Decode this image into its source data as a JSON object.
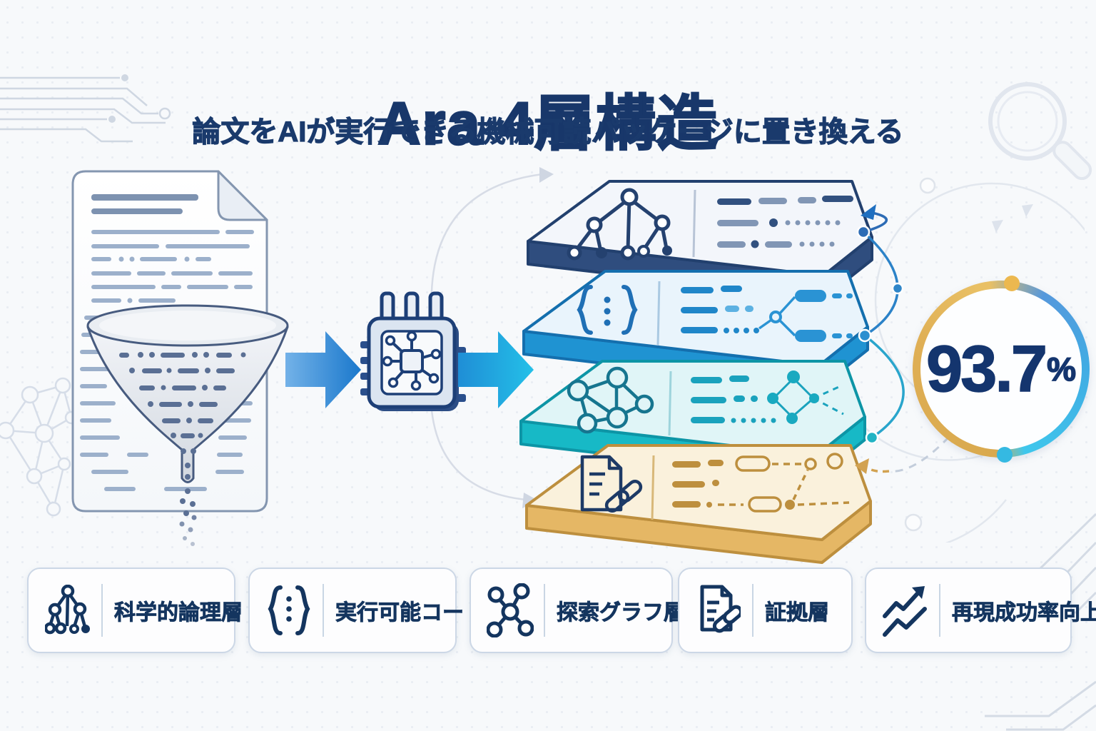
{
  "header": {
    "title": "Ara 4層構造",
    "subtitle": "論文をAIが実行できる機械可読パッケージに置き換える"
  },
  "pipeline": {
    "input": {
      "icon": "paper-document-icon"
    },
    "extract": {
      "icon": "funnel-icon"
    },
    "processor": {
      "icon": "ai-chip-icon"
    },
    "flow_arrows": [
      "arrow-right",
      "arrow-right"
    ]
  },
  "stack": {
    "layers": [
      {
        "name": "科学的論理層",
        "icon": "tree-icon",
        "edge_color": "#2f4d7e",
        "top_color": "#f3f6fb"
      },
      {
        "name": "実行可能コード層",
        "icon": "braces-icon",
        "edge_color": "#1f93d2",
        "top_color": "#e9f4fc"
      },
      {
        "name": "探索グラフ層",
        "icon": "network-icon",
        "edge_color": "#17b9c6",
        "top_color": "#e0f5f7"
      },
      {
        "name": "証拠層",
        "icon": "evidence-link-icon",
        "edge_color": "#e5b765",
        "top_color": "#faf1dc"
      }
    ]
  },
  "gauge": {
    "value": "93.7",
    "unit": "%",
    "ring_colors": {
      "gold": "#e9c065",
      "blue": "#41abe3",
      "cyan": "#3fc7ec"
    },
    "text_color": "#14356e"
  },
  "legend": {
    "items": [
      {
        "label": "科学的論理層",
        "icon": "tree-icon"
      },
      {
        "label": "実行可能コード層",
        "icon": "braces-icon"
      },
      {
        "label": "探索グラフ層",
        "icon": "network-icon"
      },
      {
        "label": "証拠層",
        "icon": "evidence-link-icon"
      },
      {
        "label": "再現成功率向上",
        "icon": "trend-up-icon"
      }
    ]
  },
  "decorations": {
    "top_left": "circuit-traces-icon",
    "top_right": "magnifier-icon",
    "left": "network-graph-icon",
    "bottom_right": "circuit-traces-icon"
  },
  "colors": {
    "background": "#f7f9fb",
    "title_navy": "#18376a",
    "legend_navy": "#14355f",
    "arrow_blue": "#1a78cc",
    "arrow_cyan": "#24c0e8"
  }
}
